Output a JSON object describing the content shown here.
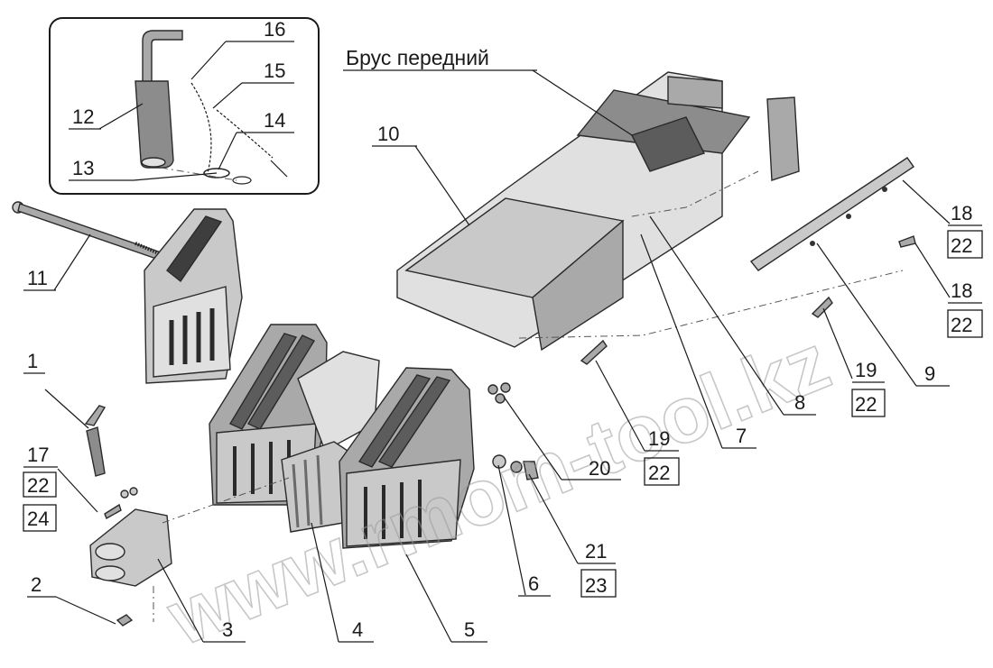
{
  "diagram": {
    "front_beam_label": "Брус передний",
    "watermark": "www.rmom-tool.kz",
    "callouts": [
      {
        "id": "c1",
        "text": "1"
      },
      {
        "id": "c2",
        "text": "2"
      },
      {
        "id": "c3",
        "text": "3"
      },
      {
        "id": "c4",
        "text": "4"
      },
      {
        "id": "c5",
        "text": "5"
      },
      {
        "id": "c6",
        "text": "6"
      },
      {
        "id": "c7",
        "text": "7"
      },
      {
        "id": "c8",
        "text": "8"
      },
      {
        "id": "c9",
        "text": "9"
      },
      {
        "id": "c10",
        "text": "10"
      },
      {
        "id": "c11",
        "text": "11"
      },
      {
        "id": "c12",
        "text": "12"
      },
      {
        "id": "c13",
        "text": "13"
      },
      {
        "id": "c14",
        "text": "14"
      },
      {
        "id": "c15",
        "text": "15"
      },
      {
        "id": "c16",
        "text": "16"
      },
      {
        "id": "c17",
        "text": "17"
      },
      {
        "id": "c20",
        "text": "20"
      }
    ],
    "stacked_callouts": [
      {
        "id": "s17",
        "top": "22",
        "bottom": "24"
      },
      {
        "id": "s18a",
        "top": "18",
        "bottom": "22"
      },
      {
        "id": "s18b",
        "top": "18",
        "bottom": "22"
      },
      {
        "id": "s19a",
        "top": "19",
        "bottom": "22"
      },
      {
        "id": "s19b",
        "top": "19",
        "bottom": "22"
      },
      {
        "id": "s21",
        "top": "21",
        "bottom": "23"
      }
    ]
  }
}
